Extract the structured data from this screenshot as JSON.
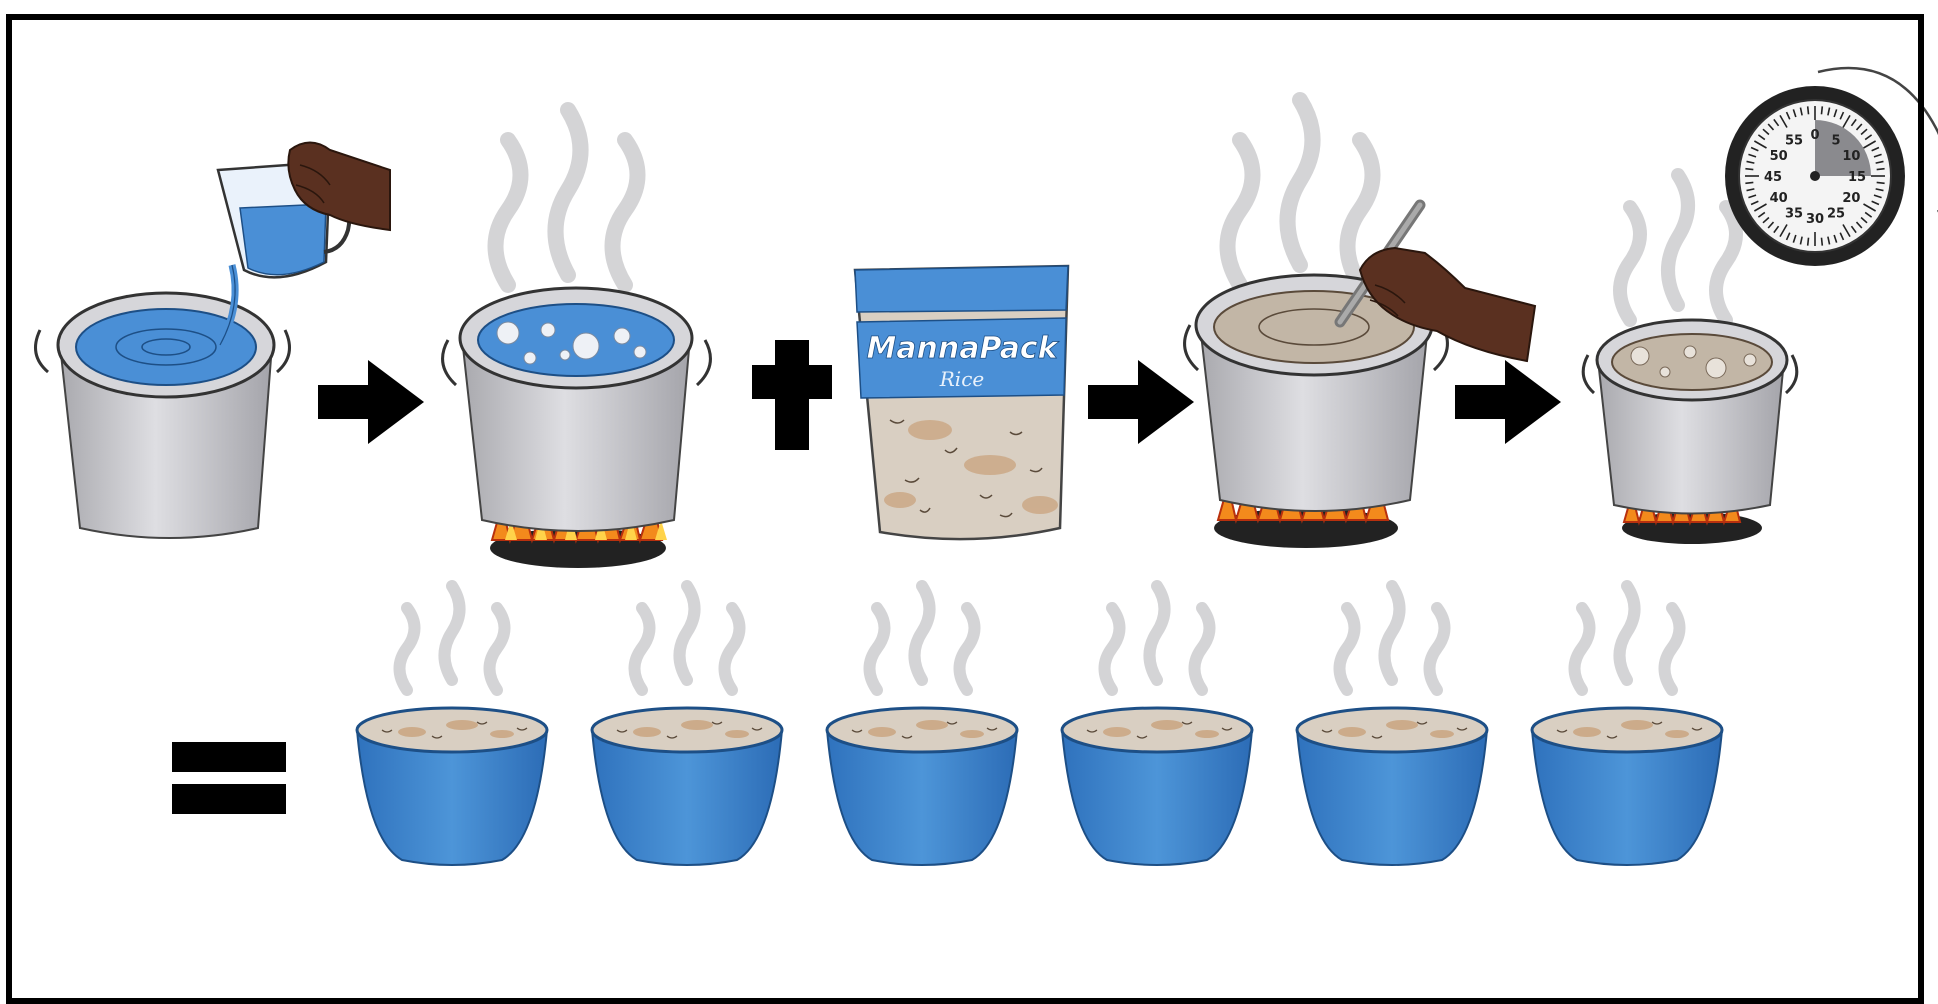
{
  "bag": {
    "brand": "MannaPack",
    "product": "Rice"
  },
  "timer": {
    "marks": [
      "0",
      "5",
      "10",
      "15",
      "20",
      "25",
      "30",
      "35",
      "40",
      "45",
      "50",
      "55"
    ],
    "elapsed_fraction": 0.25
  },
  "servings": {
    "count": 6
  },
  "colors": {
    "water": "#4a8fd6",
    "pot": "#c9c9cc",
    "bowl": "#3f86d0",
    "rice": "#d9cfc2",
    "flame": "#f38a1c",
    "skin": "#5a3020",
    "operator": "#000000"
  },
  "icons": [
    "pot-icon",
    "pitcher-icon",
    "hand-icon",
    "steam-icon",
    "flame-icon",
    "arrow-icon",
    "plus-icon",
    "rice-bag-icon",
    "spoon-icon",
    "timer-icon",
    "equals-icon",
    "bowl-icon"
  ]
}
